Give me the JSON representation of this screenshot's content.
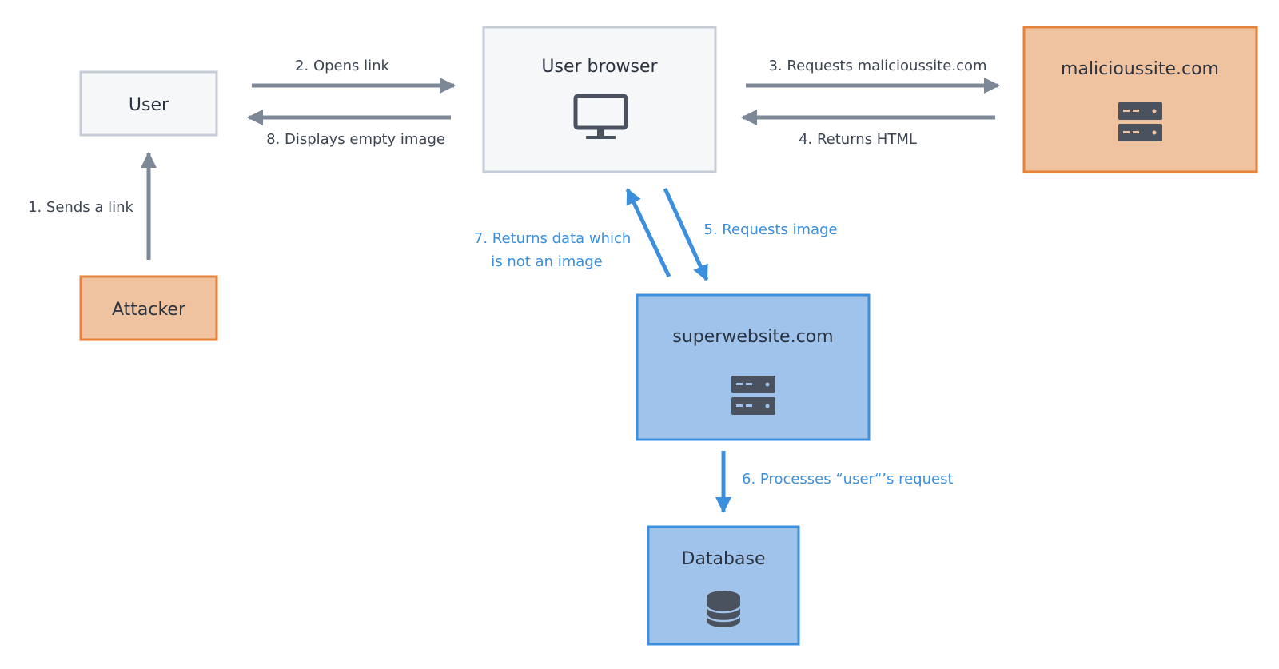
{
  "nodes": {
    "user": {
      "label": "User"
    },
    "attacker": {
      "label": "Attacker"
    },
    "browser": {
      "label": "User browser",
      "icon": "monitor-icon"
    },
    "malicious": {
      "label": "malicioussite.com",
      "icon": "server-icon"
    },
    "superwebsite": {
      "label": "superwebsite.com",
      "icon": "server-icon"
    },
    "database": {
      "label": "Database",
      "icon": "database-icon"
    }
  },
  "edges": {
    "step1": {
      "label": "1. Sends a link"
    },
    "step2": {
      "label": "2. Opens link"
    },
    "step3": {
      "label": "3. Requests malicioussite.com"
    },
    "step4": {
      "label": "4.  Returns HTML"
    },
    "step5": {
      "label": "5. Requests image"
    },
    "step6": {
      "label": "6. Processes “user“’s request"
    },
    "step7": {
      "line1": "7. Returns data which",
      "line2": "is not an image"
    },
    "step8": {
      "label": "8. Displays empty image"
    }
  },
  "colors": {
    "neutral_fill": "#f5f7f9",
    "neutral_stroke": "#c5ccd6",
    "orange_fill": "#efc39f",
    "orange_stroke": "#e8823a",
    "blue_fill": "#9fc3ea",
    "blue_stroke": "#3b8fdc",
    "gray_arrow": "#7d8896",
    "blue_arrow": "#3b8fdc",
    "icon": "#4a5260"
  }
}
